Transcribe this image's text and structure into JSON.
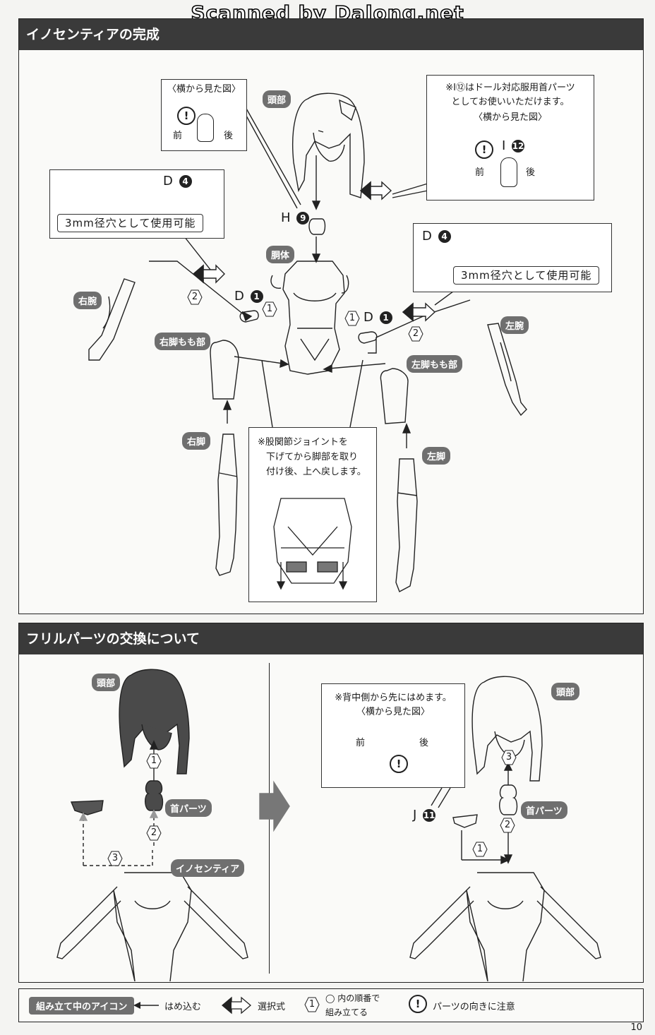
{
  "watermark": "Scanned by Dalong.net",
  "section1": {
    "title": "イノセンティアの完成",
    "side_view_left": {
      "title": "〈横から見た図〉",
      "front": "前",
      "back": "後"
    },
    "side_view_right": {
      "note_line1": "※I⑫はドール対応服用首パーツ",
      "note_line2": "としてお使いいただけます。",
      "title": "〈横から見た図〉",
      "part_letter": "I",
      "part_num": "12",
      "front": "前",
      "back": "後"
    },
    "labels": {
      "head": "頭部",
      "torso": "胴体",
      "right_arm": "右腕",
      "left_arm": "左腕",
      "right_thigh": "右脚もも部",
      "left_thigh": "左脚もも部",
      "right_leg": "右脚",
      "left_leg": "左脚"
    },
    "part_d_left": {
      "letter": "D",
      "num": "4",
      "note": "3mm径穴として使用可能"
    },
    "part_d_right": {
      "letter": "D",
      "num": "4",
      "note": "3mm径穴として使用可能"
    },
    "part_h": {
      "letter": "H",
      "num": "9"
    },
    "part_d1_left": {
      "letter": "D",
      "num": "1"
    },
    "part_d1_right": {
      "letter": "D",
      "num": "1"
    },
    "steps": {
      "one": "1",
      "two": "2"
    },
    "hip_note_line1": "※股関節ジョイントを",
    "hip_note_line2": "下げてから脚部を取り",
    "hip_note_line3": "付け後、上へ戻します。"
  },
  "section2": {
    "title": "フリルパーツの交換について",
    "left": {
      "head": "頭部",
      "neck": "首パーツ",
      "body": "イノセンティア",
      "steps": [
        "1",
        "2",
        "3"
      ]
    },
    "right": {
      "note": "※背中側から先にはめます。",
      "side_title": "〈横から見た図〉",
      "front": "前",
      "back": "後",
      "head": "頭部",
      "neck": "首パーツ",
      "part_letter": "J",
      "part_num": "11",
      "steps": [
        "1",
        "2",
        "3"
      ]
    }
  },
  "legend": {
    "title": "組み立て中のアイコン",
    "insert": "はめ込む",
    "choice": "選択式",
    "order_num": "1",
    "order_line1": "◯ 内の順番で",
    "order_line2": "組み立てる",
    "caution": "パーツの向きに注意"
  },
  "page_number": "10"
}
